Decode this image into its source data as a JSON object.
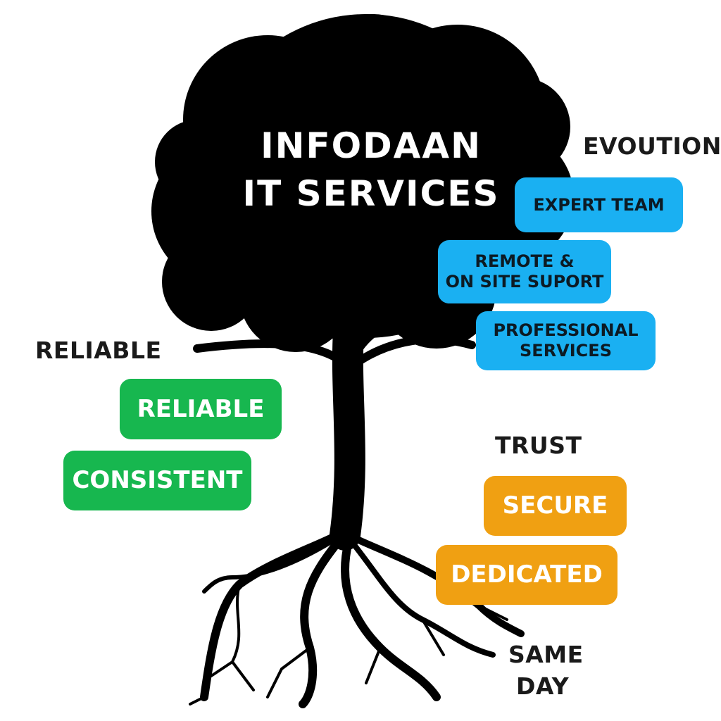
{
  "title": {
    "line1": "INFODAAN",
    "line2": "IT SERVICES"
  },
  "labels": {
    "evolution": "EVOUTION",
    "reliable": "RELIABLE",
    "trust": "TRUST",
    "same_day_1": "SAME",
    "same_day_2": "DAY"
  },
  "blue_boxes": [
    "EXPERT TEAM",
    "REMOTE &",
    "ON SITE SUPORT",
    "PROFESSIONAL",
    "SERVICES"
  ],
  "green_boxes": [
    "RELIABLE",
    "CONSISTENT"
  ],
  "orange_boxes": [
    "SECURE",
    "DEDICATED"
  ],
  "colors": {
    "blue": "#1ab0f2",
    "green": "#17b74f",
    "orange": "#f0a012",
    "tree": "#000000"
  }
}
